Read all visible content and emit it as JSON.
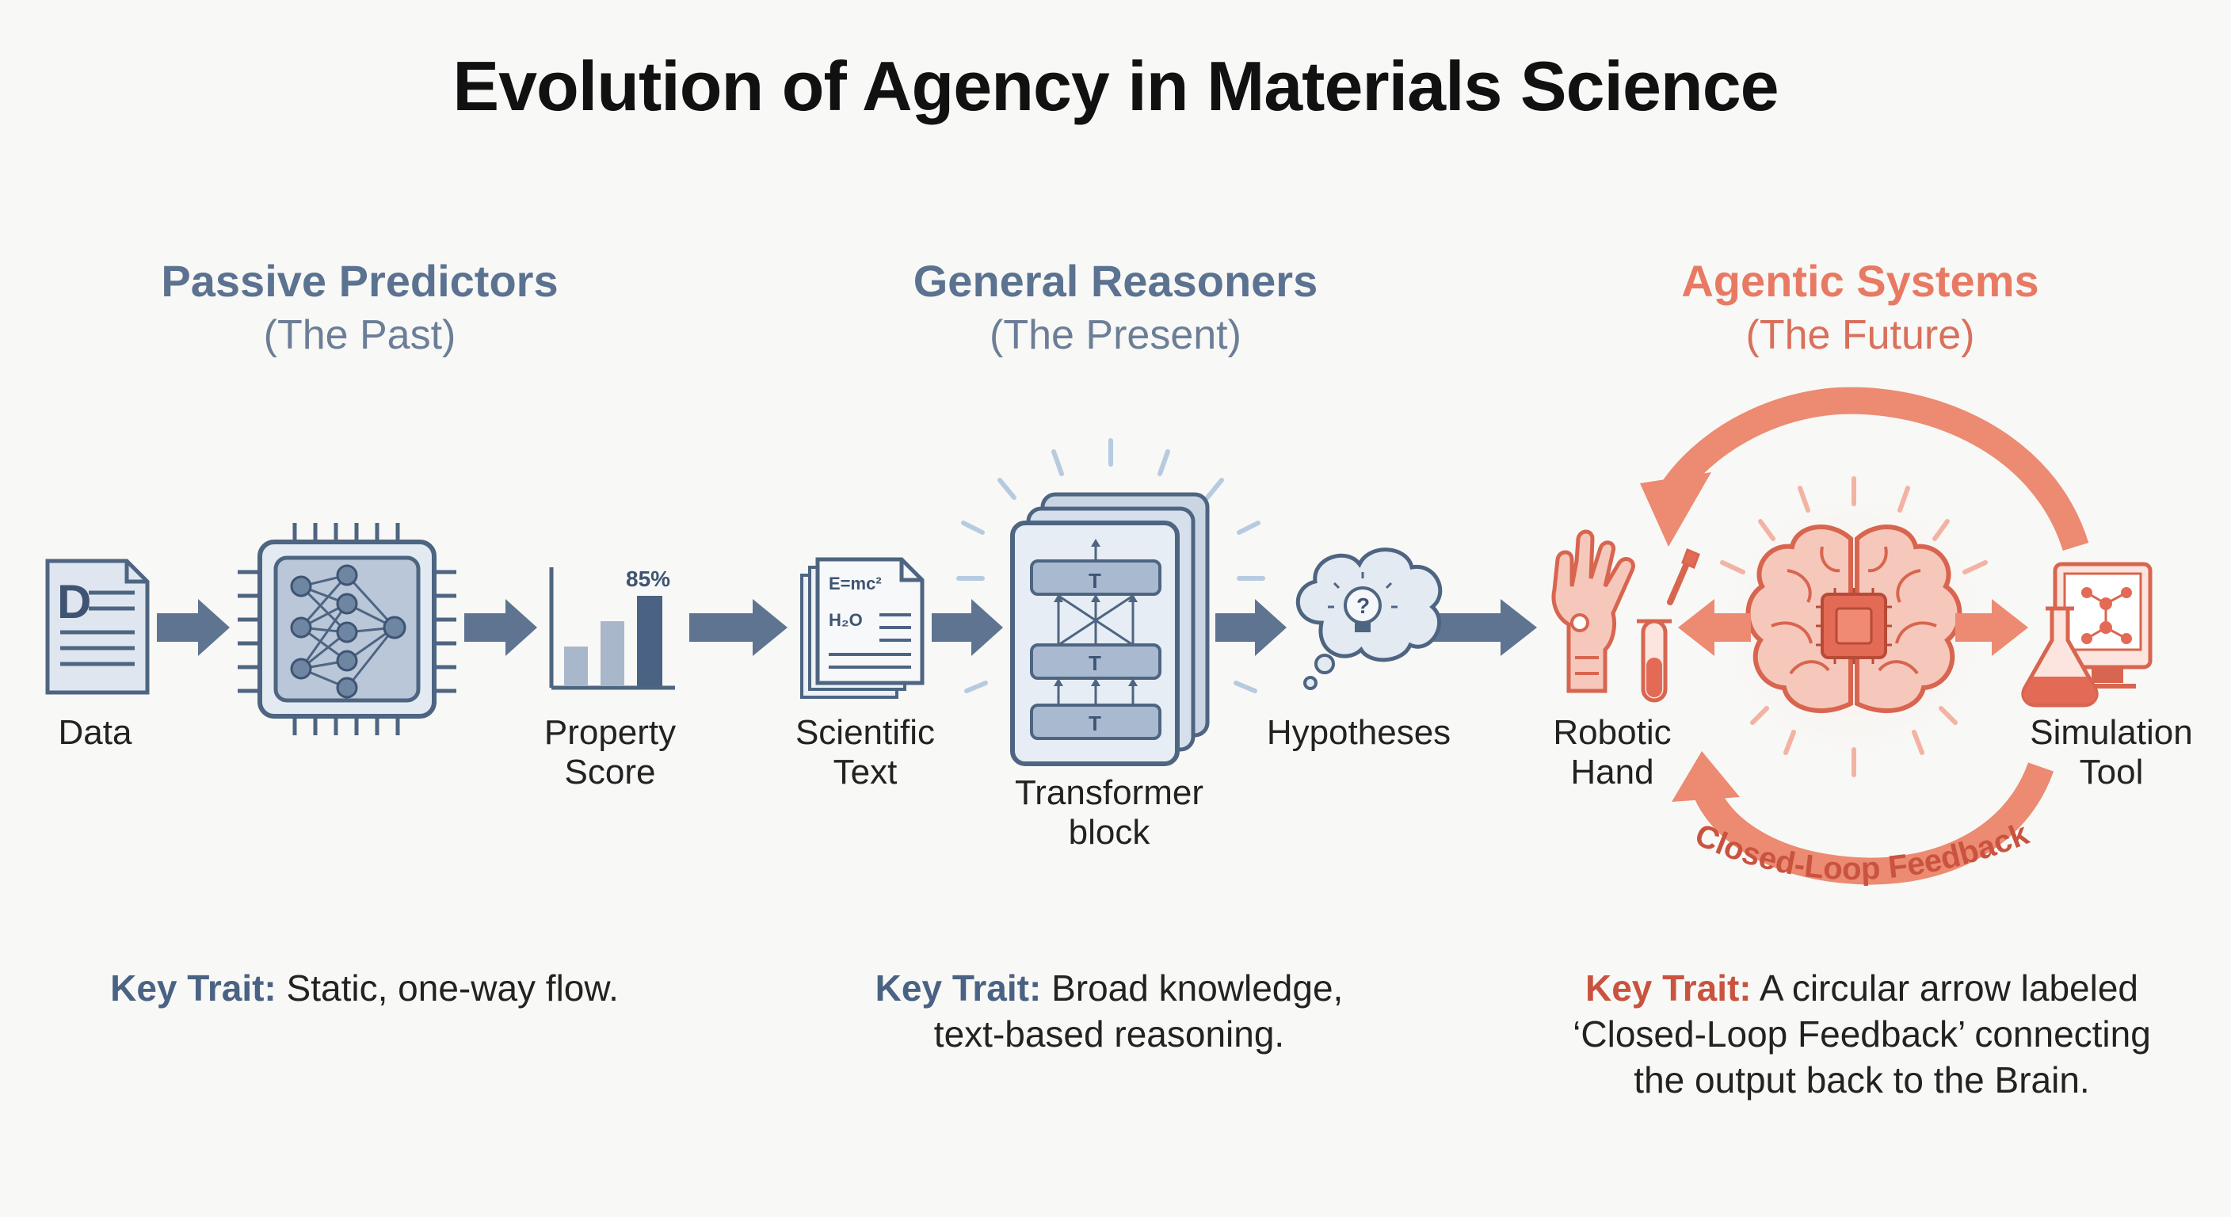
{
  "title": "Evolution of Agency in Materials Science",
  "columns": [
    {
      "name": "Passive Predictors",
      "period": "(The Past)",
      "key_label": "Key Trait:",
      "key_text_1": "Static, one-way flow.",
      "key_text_2": "",
      "key_text_3": ""
    },
    {
      "name": "General Reasoners",
      "period": "(The Present)",
      "key_label": "Key Trait:",
      "key_text_1": "Broad knowledge,",
      "key_text_2": "text-based reasoning.",
      "key_text_3": ""
    },
    {
      "name": "Agentic Systems",
      "period": "(The Future)",
      "key_label": "Key Trait:",
      "key_text_1": "A circular arrow labeled",
      "key_text_2": "‘Closed-Loop Feedback’ connecting",
      "key_text_3": "the output back to the Brain."
    }
  ],
  "nodes": {
    "data": "Data",
    "property_1": "Property",
    "property_2": "Score",
    "property_value": "85%",
    "sci_1": "Scientific",
    "sci_2": "Text",
    "sci_formula_1": "E=mc²",
    "sci_formula_2": "H₂O",
    "transformer_1": "Transformer",
    "transformer_2": "block",
    "transformer_layer": "T",
    "hypotheses": "Hypotheses",
    "robot_1": "Robotic",
    "robot_2": "Hand",
    "sim_1": "Simulation",
    "sim_2": "Tool",
    "loop_label": "Closed-Loop Feedback"
  },
  "colors": {
    "blue": "#5b7290",
    "blue_dark": "#4a6283",
    "red": "#e87a64",
    "red_dark": "#c9533e"
  }
}
